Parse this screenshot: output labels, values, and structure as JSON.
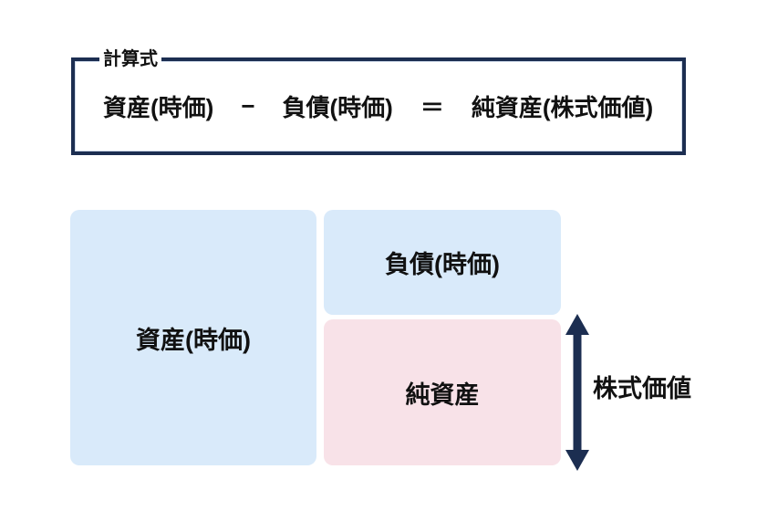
{
  "formula": {
    "legend": "計算式",
    "term_assets": "資産(時価)",
    "op_minus": "−",
    "term_liabilities": "負債(時価)",
    "op_equals": "＝",
    "term_result": "純資産(株式価値)"
  },
  "balance_sheet": {
    "assets_label": "資産(時価)",
    "liabilities_label": "負債(時価)",
    "net_assets_label": "純資産",
    "equity_value_label": "株式価値"
  },
  "colors": {
    "navy": "#1c2e51",
    "light_blue": "#d9eafa",
    "pink": "#f8e2e8",
    "text": "#111111"
  }
}
